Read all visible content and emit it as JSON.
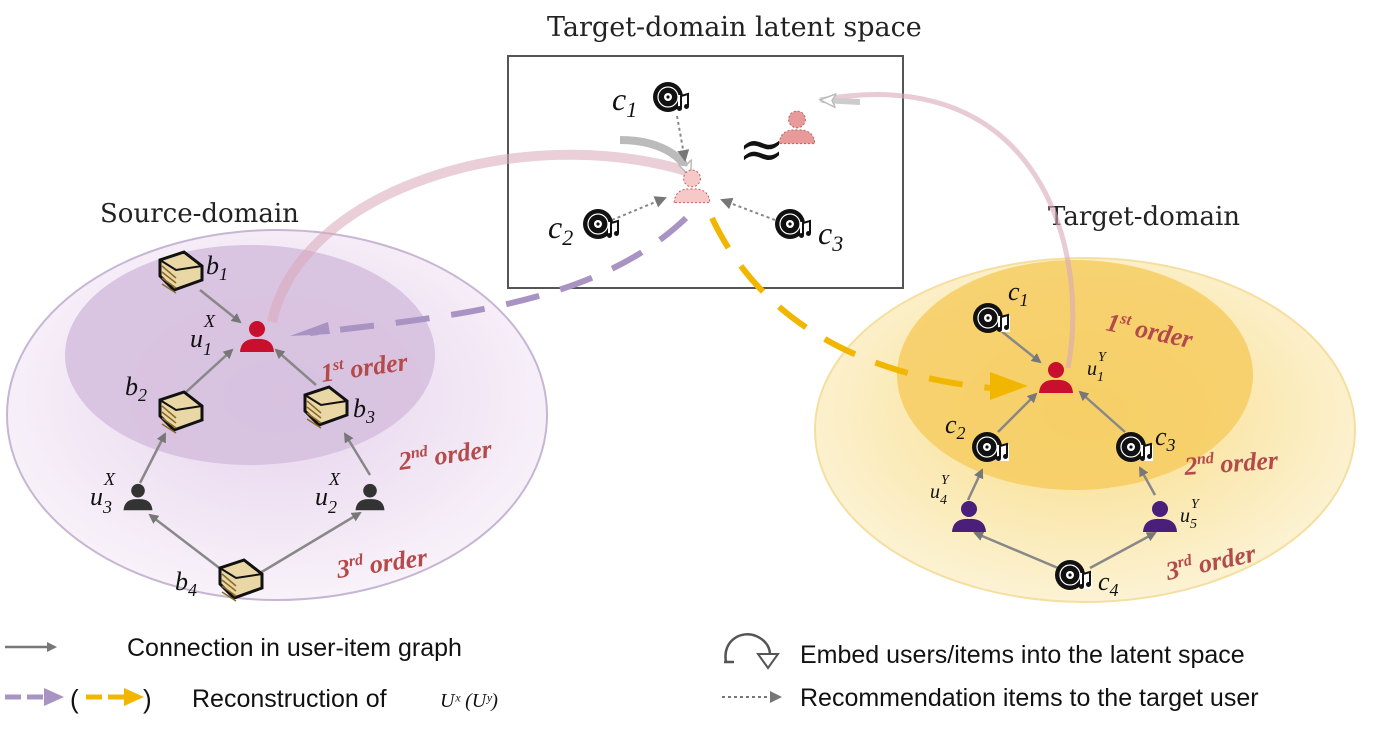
{
  "titles": {
    "latent_space": "Target-domain latent space",
    "source_domain": "Source-domain",
    "target_domain": "Target-domain"
  },
  "source": {
    "nodes": {
      "u1": {
        "base": "u",
        "sub": "1",
        "sup": "X"
      },
      "u2": {
        "base": "u",
        "sub": "2",
        "sup": "X"
      },
      "u3": {
        "base": "u",
        "sub": "3",
        "sup": "X"
      },
      "b1": {
        "base": "b",
        "sub": "1"
      },
      "b2": {
        "base": "b",
        "sub": "2"
      },
      "b3": {
        "base": "b",
        "sub": "3"
      },
      "b4": {
        "base": "b",
        "sub": "4"
      }
    },
    "orders": [
      {
        "num": "1",
        "sup": "st",
        "word": "order"
      },
      {
        "num": "2",
        "sup": "nd",
        "word": "order"
      },
      {
        "num": "3",
        "sup": "rd",
        "word": "order"
      }
    ]
  },
  "target": {
    "nodes": {
      "u1": {
        "base": "u",
        "sub": "1",
        "sup": "Y"
      },
      "u4": {
        "base": "u",
        "sub": "4",
        "sup": "Y"
      },
      "u5": {
        "base": "u",
        "sub": "5",
        "sup": "Y"
      },
      "c1": {
        "base": "c",
        "sub": "1"
      },
      "c2": {
        "base": "c",
        "sub": "2"
      },
      "c3": {
        "base": "c",
        "sub": "3"
      },
      "c4": {
        "base": "c",
        "sub": "4"
      }
    },
    "orders": [
      {
        "num": "1",
        "sup": "st",
        "word": "order"
      },
      {
        "num": "2",
        "sup": "nd",
        "word": "order"
      },
      {
        "num": "3",
        "sup": "rd",
        "word": "order"
      }
    ]
  },
  "latent": {
    "nodes": {
      "c1": {
        "base": "c",
        "sub": "1"
      },
      "c2": {
        "base": "c",
        "sub": "2"
      },
      "c3": {
        "base": "c",
        "sub": "3"
      }
    },
    "approx_symbol": "≈"
  },
  "legend": {
    "connection": "Connection in user-item graph",
    "reconstruction_prefix": "Reconstruction of",
    "reconstruction_math": "Uˣ (Uʸ)",
    "paren_open": "(",
    "paren_close": ")",
    "embed": "Embed users/items into the latent space",
    "recommendation": "Recommendation items to the target user"
  },
  "colors": {
    "source_outer": "#f3e6f6",
    "source_inner": "#d9c3e1",
    "target_outer": "#fbeab4",
    "target_inner": "#f6cf6a",
    "user_red": "#c8102e",
    "user_gray": "#333333",
    "user_purple": "#4a1f7a",
    "user_pink": "#e89a9a",
    "purple_dash": "#a893c2",
    "gold_dash": "#f1b700",
    "order_text": "#b54a4a"
  }
}
